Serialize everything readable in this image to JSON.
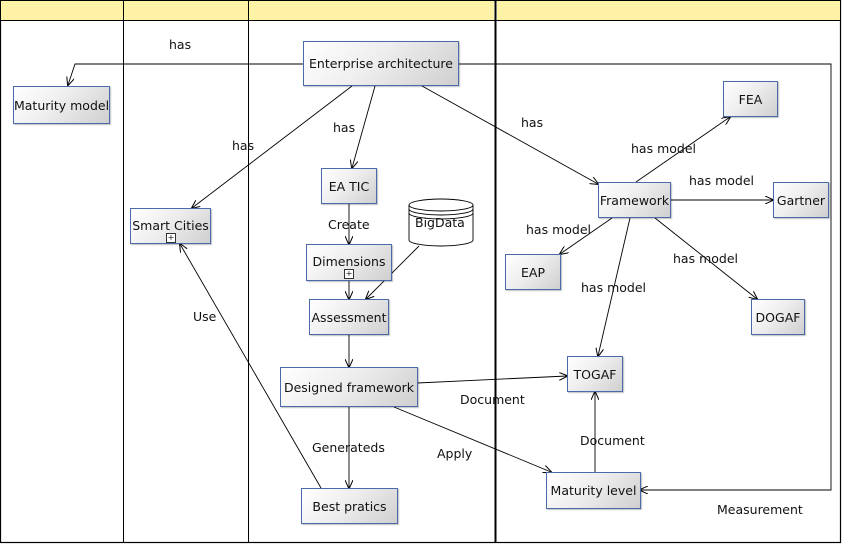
{
  "nodes": {
    "enterprise_architecture": "Enterprise architecture",
    "maturity_model": "Maturity model",
    "smart_cities": "Smart Cities",
    "ea_tic": "EA TIC",
    "bigdata": "BigData",
    "dimensions": "Dimensions",
    "assessment": "Assessment",
    "designed_framework": "Designed framework",
    "best_pratics": "Best pratics",
    "framework": "Framework",
    "fea": "FEA",
    "gartner": "Gartner",
    "eap": "EAP",
    "dogaf": "DOGAF",
    "togaf": "TOGAF",
    "maturity_level": "Maturity level"
  },
  "edge_labels": {
    "has_maturity": "has",
    "has_smart_cities": "has",
    "has_ea_tic": "has",
    "has_framework": "has",
    "create": "Create",
    "use": "Use",
    "generateds": "Generateds",
    "apply": "Apply",
    "document_designed": "Document",
    "document_maturity": "Document",
    "has_model_fea": "has model",
    "has_model_gartner": "has model",
    "has_model_eap": "has model",
    "has_model_dogaf": "has model",
    "has_model_togaf": "has model",
    "measurement": "Measurement"
  },
  "colors": {
    "lane_header": "#fdf2a6",
    "node_border": "#4a6aaa",
    "line": "#000000"
  }
}
